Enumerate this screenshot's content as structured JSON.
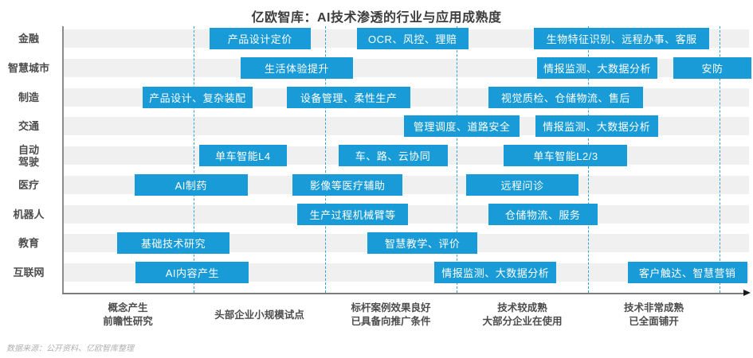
{
  "title": "亿欧智库：AI技术渗透的行业与应用成熟度",
  "source_note": "数据来源：公开资料、亿欧智库整理",
  "colors": {
    "bar_fill": "#189BD6",
    "bar_text": "#FFFFFF",
    "row_stripe": "#F0F0F0",
    "stage_divider": "#2FA3DA",
    "axis_line": "#7D7D7D",
    "label_text": "#4D4D4D"
  },
  "chart_data": {
    "type": "gantt",
    "title": "亿欧智库：AI技术渗透的行业与应用成熟度",
    "xlabel": "",
    "ylabel": "",
    "x_axis": {
      "range": [
        0,
        5.25
      ],
      "gridlines_at": [
        1,
        2,
        3,
        4,
        5
      ],
      "grid_style": "dashed",
      "stage_labels": [
        [
          "概念产生",
          "前瞻性研究"
        ],
        [
          "头部企业小规模试点"
        ],
        [
          "标杆案例效果良好",
          "已具备向推广条件"
        ],
        [
          "技术较成熟",
          "大部分企业在使用"
        ],
        [
          "技术非常成熟",
          "已全面铺开"
        ]
      ]
    },
    "rows": [
      {
        "industry": "金融",
        "bars": [
          {
            "label": "产品设计定价",
            "span": [
              1.12,
              1.89
            ]
          },
          {
            "label": "OCR、风控、理赔",
            "span": [
              2.24,
              3.09
            ]
          },
          {
            "label": "生物特征识别、远程办事、客服",
            "span": [
              3.59,
              4.92
            ]
          }
        ]
      },
      {
        "industry": "智慧城市",
        "bars": [
          {
            "label": "生活体验提升",
            "span": [
              1.36,
              2.21
            ]
          },
          {
            "label": "情报监测、大数据分析",
            "span": [
              3.61,
              4.53
            ]
          },
          {
            "label": "安防",
            "span": [
              4.65,
              5.24
            ]
          }
        ]
      },
      {
        "industry": "制造",
        "bars": [
          {
            "label": "产品设计、复杂装配",
            "span": [
              0.61,
              1.45
            ]
          },
          {
            "label": "设备管理、柔性生产",
            "span": [
              1.71,
              2.65
            ]
          },
          {
            "label": "视觉质检、仓储物流、售后",
            "span": [
              3.24,
              4.42
            ]
          }
        ]
      },
      {
        "industry": "交通",
        "bars": [
          {
            "label": "管理调度、道路安全",
            "span": [
              2.6,
              3.48
            ]
          },
          {
            "label": "情报监测、大数据分析",
            "span": [
              3.6,
              4.53
            ]
          }
        ]
      },
      {
        "industry": "自动驾驶",
        "label_lines": [
          "自动",
          "驾驶"
        ],
        "bars": [
          {
            "label": "单车智能L4",
            "span": [
              1.04,
              1.71
            ]
          },
          {
            "label": "车、路、云协同",
            "span": [
              2.1,
              2.93
            ]
          },
          {
            "label": "单车智能L2/3",
            "span": [
              3.36,
              4.3
            ]
          }
        ]
      },
      {
        "industry": "医疗",
        "bars": [
          {
            "label": "AI制药",
            "span": [
              0.55,
              1.41
            ]
          },
          {
            "label": "影像等医疗辅助",
            "span": [
              1.75,
              2.59
            ]
          },
          {
            "label": "远程问诊",
            "span": [
              3.07,
              3.93
            ]
          }
        ]
      },
      {
        "industry": "机器人",
        "bars": [
          {
            "label": "生产过程机械臂等",
            "span": [
              1.79,
              2.63
            ]
          },
          {
            "label": "仓储物流、服务",
            "span": [
              3.24,
              4.07
            ]
          }
        ]
      },
      {
        "industry": "教育",
        "bars": [
          {
            "label": "基础技术研究",
            "span": [
              0.42,
              1.27
            ]
          },
          {
            "label": "智慧教学、评价",
            "span": [
              2.32,
              3.16
            ]
          }
        ]
      },
      {
        "industry": "互联网",
        "bars": [
          {
            "label": "AI内容产生",
            "span": [
              0.56,
              1.42
            ]
          },
          {
            "label": "情报监测、大数据分析",
            "span": [
              2.83,
              3.76
            ]
          },
          {
            "label": "客户触达、智慧营销",
            "span": [
              4.3,
              5.21
            ]
          }
        ]
      }
    ]
  }
}
